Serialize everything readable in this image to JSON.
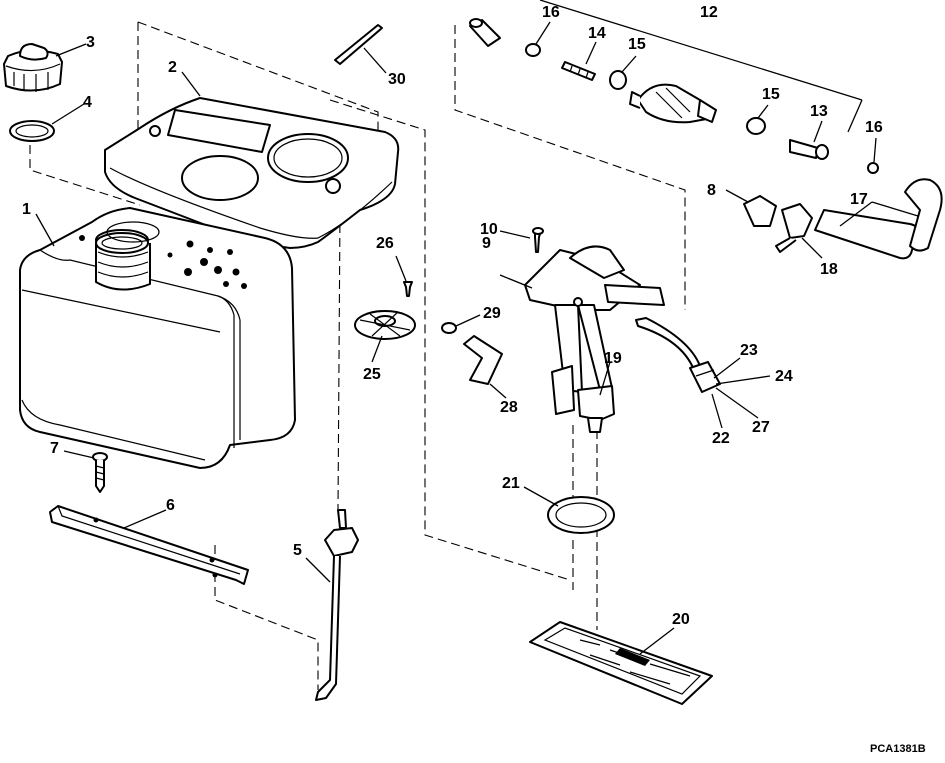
{
  "diagram": {
    "drawing_code": "PCA1381B",
    "callouts": [
      "1",
      "2",
      "3",
      "4",
      "5",
      "6",
      "7",
      "8",
      "9",
      "10",
      "12",
      "13",
      "14",
      "15",
      "15",
      "16",
      "16",
      "17",
      "18",
      "19",
      "20",
      "21",
      "22",
      "23",
      "24",
      "25",
      "26",
      "27",
      "28",
      "29",
      "30"
    ]
  }
}
